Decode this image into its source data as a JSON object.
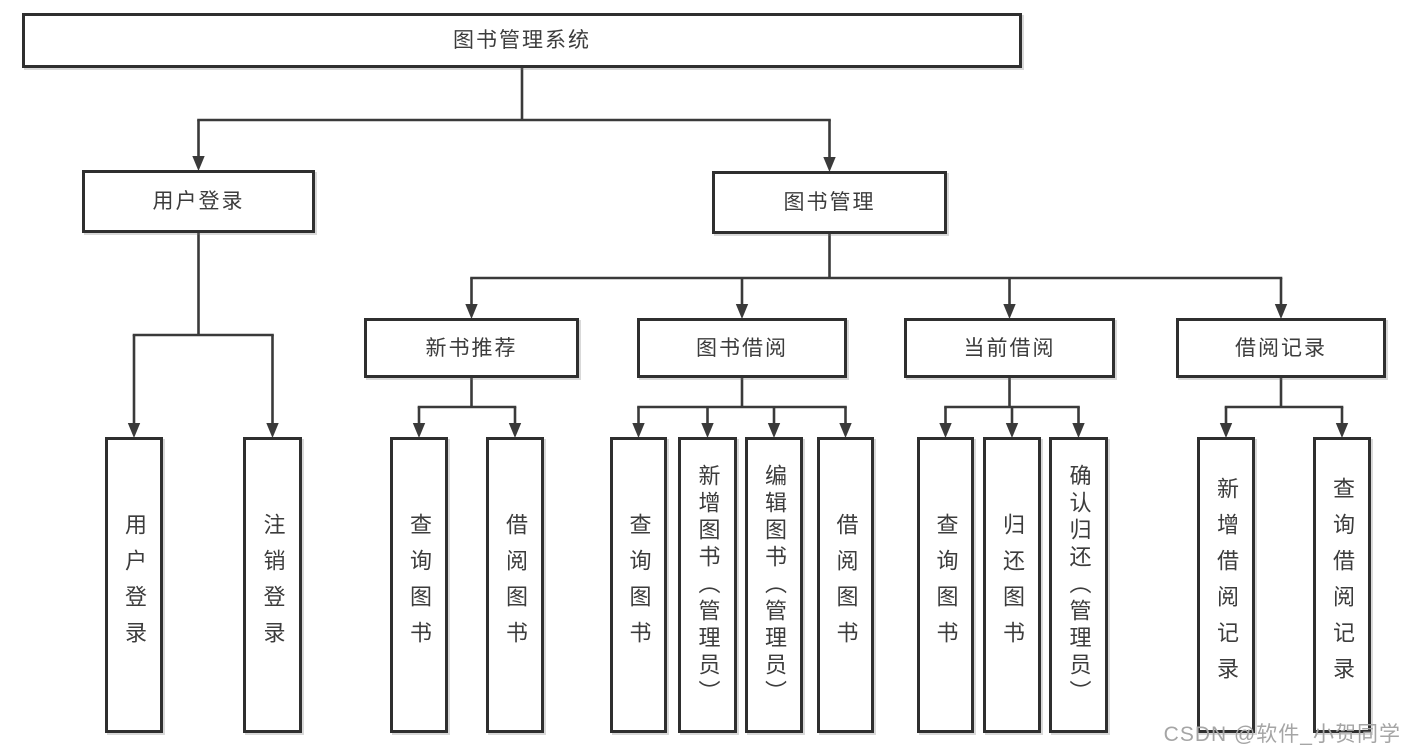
{
  "diagram": {
    "nodes": [
      {
        "id": "root",
        "label": "图书管理系统",
        "orientation": "horizontal"
      },
      {
        "id": "user-login",
        "label": "用户登录",
        "orientation": "horizontal"
      },
      {
        "id": "book-mgmt",
        "label": "图书管理",
        "orientation": "horizontal"
      },
      {
        "id": "new-book-rec",
        "label": "新书推荐",
        "orientation": "horizontal"
      },
      {
        "id": "book-borrow",
        "label": "图书借阅",
        "orientation": "horizontal"
      },
      {
        "id": "current-borrow",
        "label": "当前借阅",
        "orientation": "horizontal"
      },
      {
        "id": "borrow-records",
        "label": "借阅记录",
        "orientation": "horizontal"
      },
      {
        "id": "leaf-user-login",
        "label": "用户登录",
        "orientation": "vertical"
      },
      {
        "id": "leaf-logout",
        "label": "注销登录",
        "orientation": "vertical"
      },
      {
        "id": "leaf-nb-query",
        "label": "查询图书",
        "orientation": "vertical"
      },
      {
        "id": "leaf-nb-borrow",
        "label": "借阅图书",
        "orientation": "vertical"
      },
      {
        "id": "leaf-bb-query",
        "label": "查询图书",
        "orientation": "vertical"
      },
      {
        "id": "leaf-bb-add",
        "label": "新增图书（管理员）",
        "orientation": "vertical"
      },
      {
        "id": "leaf-bb-edit",
        "label": "编辑图书（管理员）",
        "orientation": "vertical"
      },
      {
        "id": "leaf-bb-borrow",
        "label": "借阅图书",
        "orientation": "vertical"
      },
      {
        "id": "leaf-cb-query",
        "label": "查询图书",
        "orientation": "vertical"
      },
      {
        "id": "leaf-cb-return",
        "label": "归还图书",
        "orientation": "vertical"
      },
      {
        "id": "leaf-cb-confirm",
        "label": "确认归还（管理员）",
        "orientation": "vertical"
      },
      {
        "id": "leaf-br-add",
        "label": "新增借阅记录",
        "orientation": "vertical"
      },
      {
        "id": "leaf-br-query",
        "label": "查询借阅记录",
        "orientation": "vertical"
      }
    ],
    "edges": [
      {
        "from": "root",
        "to": [
          "user-login",
          "book-mgmt"
        ]
      },
      {
        "from": "user-login",
        "to": [
          "leaf-user-login",
          "leaf-logout"
        ]
      },
      {
        "from": "book-mgmt",
        "to": [
          "new-book-rec",
          "book-borrow",
          "current-borrow",
          "borrow-records"
        ]
      },
      {
        "from": "new-book-rec",
        "to": [
          "leaf-nb-query",
          "leaf-nb-borrow"
        ]
      },
      {
        "from": "book-borrow",
        "to": [
          "leaf-bb-query",
          "leaf-bb-add",
          "leaf-bb-edit",
          "leaf-bb-borrow"
        ]
      },
      {
        "from": "current-borrow",
        "to": [
          "leaf-cb-query",
          "leaf-cb-return",
          "leaf-cb-confirm"
        ]
      },
      {
        "from": "borrow-records",
        "to": [
          "leaf-br-add",
          "leaf-br-query"
        ]
      }
    ]
  },
  "watermark": {
    "text": "CSDN @软件_小贺同学"
  },
  "colors": {
    "line": "#3a3a3a",
    "box_border": "#2f2f2f",
    "text": "#3c3c3c",
    "watermark": "#a5a5a5",
    "background": "#ffffff"
  }
}
